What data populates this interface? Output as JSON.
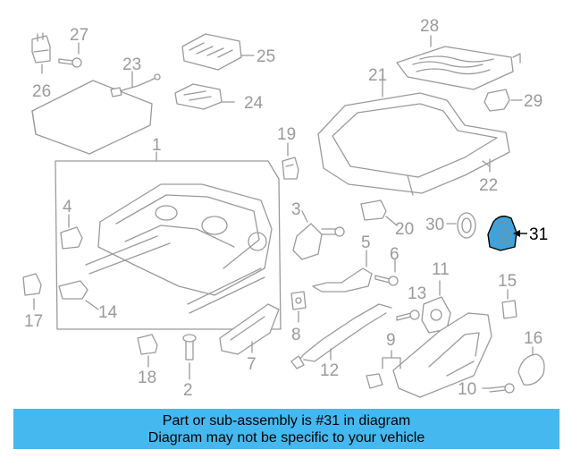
{
  "diagram": {
    "highlight_color": "#3fa3d9",
    "callouts": {
      "c1": "1",
      "c2": "2",
      "c3": "3",
      "c4": "4",
      "c5": "5",
      "c6": "6",
      "c7": "7",
      "c8": "8",
      "c9": "9",
      "c10": "10",
      "c11": "11",
      "c12": "12",
      "c13": "13",
      "c14": "14",
      "c15": "15",
      "c16": "16",
      "c17": "17",
      "c18": "18",
      "c19": "19",
      "c20": "20",
      "c21": "21",
      "c22": "22",
      "c23": "23",
      "c24": "24",
      "c25": "25",
      "c26": "26",
      "c27": "27",
      "c28": "28",
      "c29": "29",
      "c30": "30",
      "c31": "31"
    }
  },
  "footer": {
    "background": "#45b8f0",
    "line1": "Part or sub-assembly is #31 in diagram",
    "line2": "Diagram may not be specific to your vehicle"
  }
}
